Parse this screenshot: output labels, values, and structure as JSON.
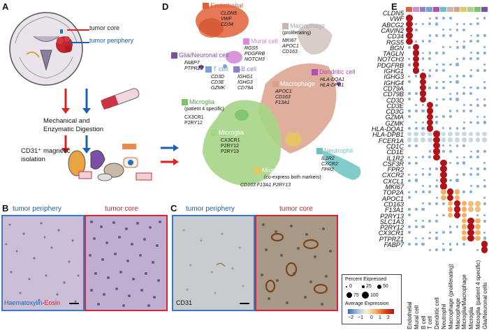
{
  "panels": {
    "A": "A",
    "B": "B",
    "C": "C",
    "D": "D",
    "E": "E"
  },
  "panelA": {
    "tumor_core": "tumor core",
    "tumor_periphery": "tumor periphery",
    "digestion_line1": "Mechanical and",
    "digestion_line2": "Enzymatic Digestion",
    "isolation_line1": "CD31⁺ magnetic",
    "isolation_line2": "isolation"
  },
  "panelB": {
    "periphery": "tumor periphery",
    "core": "tumor core",
    "stain_h": "Haematoxylin",
    "stain_dash": "-",
    "stain_e": "Eosin"
  },
  "panelC": {
    "periphery": "tumor periphery",
    "core": "tumor core",
    "stain": "CD31"
  },
  "panelD": {
    "clusters": [
      {
        "name": "Endothelial",
        "color": "#e0603a",
        "genes": [
          "CLDN5",
          "VWF",
          "CD34"
        ]
      },
      {
        "name": "Mural cell",
        "color": "#d68bd6",
        "genes": [
          "RGS5",
          "PDGFRB",
          "NOTCH3"
        ]
      },
      {
        "name": "Glia/Neuronal cell",
        "color": "#7b4fa8",
        "genes": [
          "FABP7",
          "PTPRZ1"
        ]
      },
      {
        "name": "T cell",
        "color": "#7aa0d6",
        "genes": [
          "CD3D",
          "CD3E",
          "GZMK"
        ]
      },
      {
        "name": "B cell",
        "color": "#8d82c9",
        "genes": [
          "IGHG1",
          "IGHG3",
          "CD79A"
        ]
      },
      {
        "name": "Macrophage",
        "color": "#c7b7b0",
        "sub": "(proliferating)",
        "genes": [
          "MKI67",
          "APOC1",
          "CD163"
        ]
      },
      {
        "name": "Dendritic cell",
        "color": "#b04fb0",
        "genes": [
          "HLA-DQA1",
          "HLA-DPB1"
        ]
      },
      {
        "name": "Macrophage",
        "color": "#d9a08c",
        "genes": [
          "APOC1",
          "CD163",
          "F13A1"
        ]
      },
      {
        "name": "Microglia",
        "color": "#7ec26a",
        "sub": "(patient 4 specific)",
        "genes": [
          "CX3CR1",
          "P2RY12"
        ]
      },
      {
        "name": "Microglia",
        "color": "#a6d586",
        "genes": [
          "CX3CR1",
          "P2RY12",
          "P2RY13"
        ]
      },
      {
        "name": "Neutrophil",
        "color": "#6cc2c2",
        "genes": [
          "IL1R2",
          "CXCR2",
          "FPR2"
        ]
      },
      {
        "name": "Microglia/Macrophage",
        "color": "#e8c85c",
        "sub": "(co-express both markers)",
        "genes": [
          "CD163 F13A1 P2RY13"
        ]
      }
    ]
  },
  "panelE": {
    "genes": [
      "CLDN5",
      "VWF",
      "ABCG2",
      "CAVIN2",
      "CD34",
      "RGS5",
      "BGN",
      "TAGLN",
      "NOTCH3",
      "PDGFRB",
      "IGHG1",
      "IGHG3",
      "IGHG4",
      "CD79A",
      "CD79B",
      "CD3D",
      "CD3E",
      "CD3G",
      "GZMA",
      "GZMK",
      "HLA-DQA1",
      "HLA-DPB1",
      "FCER1A",
      "CD1C",
      "CD1E",
      "IL1R2",
      "CSF3R",
      "FPR2",
      "CXCR2",
      "CXCL1",
      "MKI67",
      "TOP2A",
      "APOC1",
      "CD163",
      "F13A1",
      "P2RY13",
      "SLC1A3",
      "P2RY12",
      "CX3CR1",
      "PTPRZ1",
      "FABP7"
    ],
    "cell_types": [
      "Endothelial",
      "Mural cell",
      "B cell",
      "T cell",
      "Dendritic cell",
      "Neutrophil",
      "Macrophage (proliferating)",
      "Macrophage",
      "Microglia/Macrophage",
      "Microglia",
      "Microglia (patient 4 specific)",
      "Glia/Neuronal cells"
    ],
    "type_colors": [
      "#e0603a",
      "#d68bd6",
      "#8d82c9",
      "#7aa0d6",
      "#b04fb0",
      "#6cc2c2",
      "#c7b7b0",
      "#d9a08c",
      "#e8c85c",
      "#a6d586",
      "#7ec26a",
      "#7b4fa8"
    ],
    "legend": {
      "pct_title": "Percent Expressed",
      "pct_values": [
        "0",
        "25",
        "50",
        "75",
        "100"
      ],
      "avg_title": "Average Expression",
      "avg_ticks": [
        "−2",
        "−1",
        "0",
        "1",
        "2"
      ]
    }
  }
}
